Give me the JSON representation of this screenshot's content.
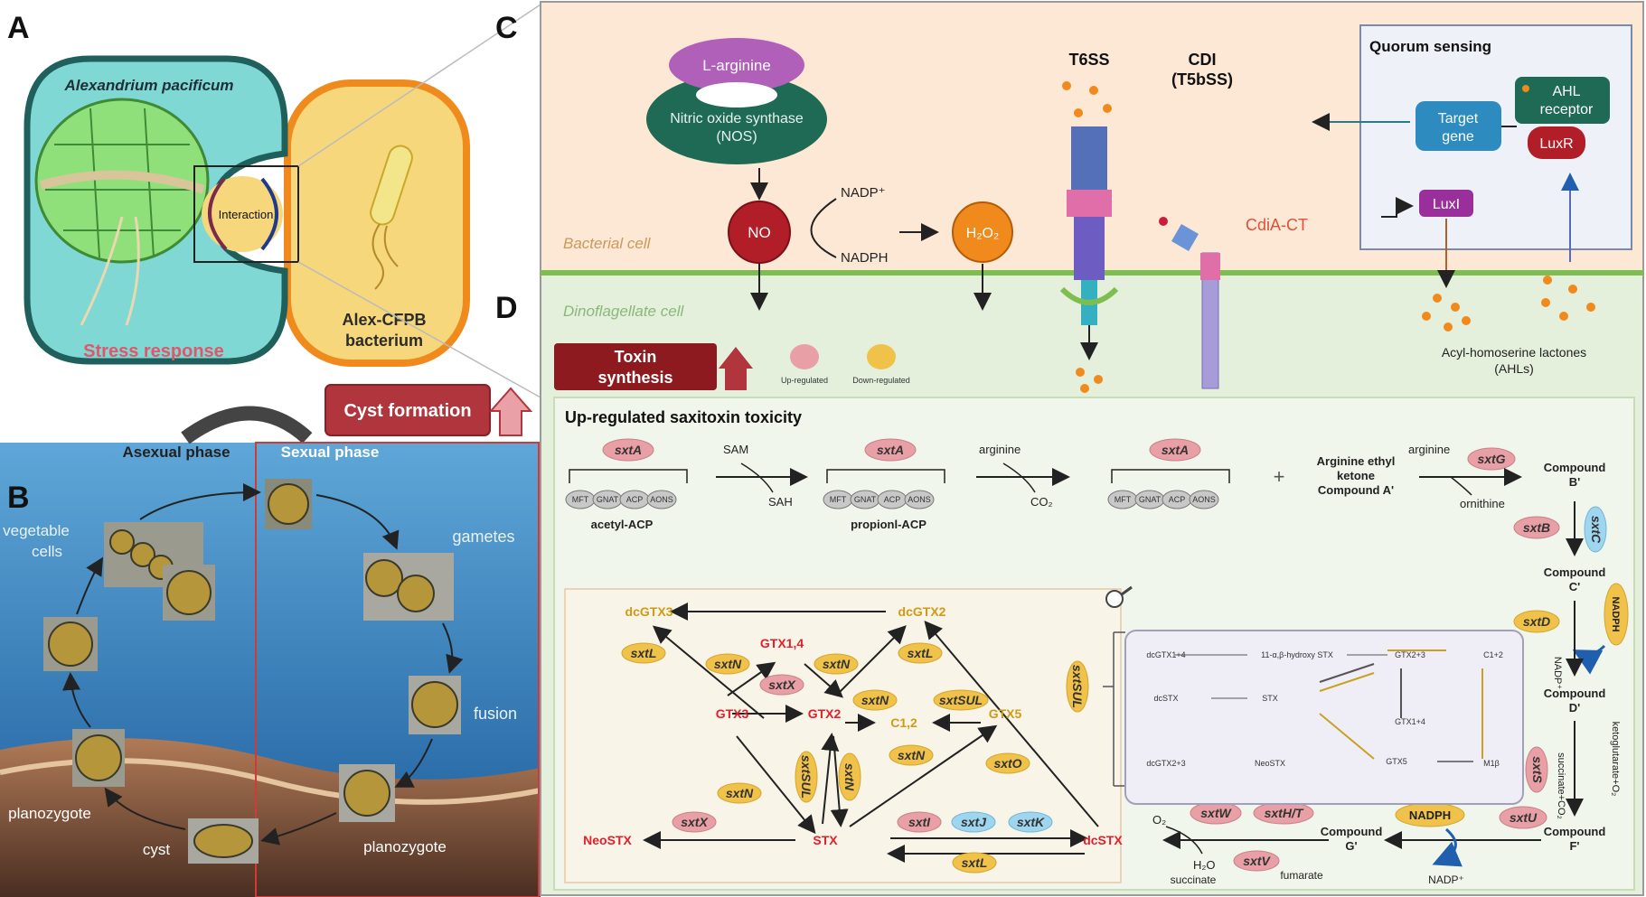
{
  "panels": {
    "a": "A",
    "b": "B",
    "c": "C",
    "d": "D"
  },
  "panel_a": {
    "algae_name": "Alexandrium pacificum",
    "interaction": "Interaction",
    "stress": "Stress response",
    "bacterium_line1": "Alex-CFPB",
    "bacterium_line2": "bacterium",
    "cyst_formation": "Cyst formation"
  },
  "panel_b": {
    "asexual": "Asexual phase",
    "sexual": "Sexual phase",
    "vegetable1": "vegetable",
    "vegetable2": "cells",
    "gametes": "gametes",
    "fusion": "fusion",
    "planozygote_left": "planozygote",
    "planozygote_right": "planozygote",
    "cyst": "cyst"
  },
  "panel_c": {
    "larginine": "L-arginine",
    "nos1": "Nitric oxide synthase",
    "nos2": "(NOS)",
    "no": "NO",
    "nadp_plus": "NADP⁺",
    "nadph": "NADPH",
    "h2o2": "H₂O₂",
    "t6ss": "T6SS",
    "cdi1": "CDI",
    "cdi2": "(T5bSS)",
    "cdia": "CdiA-CT",
    "bacterial_cell": "Bacterial cell",
    "dino_cell": "Dinoflagellate cell",
    "quorum": "Quorum sensing",
    "target1": "Target",
    "target2": "gene",
    "ahl1": "AHL",
    "ahl2": "receptor",
    "luxr": "LuxR",
    "luxi": "LuxI",
    "ahls1": "Acyl-homoserine lactones",
    "ahls2": "(AHLs)"
  },
  "panel_d": {
    "toxin1": "Toxin",
    "toxin2": "synthesis",
    "legend_up": "Up-regulated",
    "legend_down": "Down-regulated",
    "title": "Up-regulated saxitoxin toxicity",
    "sxtA": "sxtA",
    "sam": "SAM",
    "sah": "SAH",
    "arginine": "arginine",
    "co2": "CO₂",
    "acetyl": "acetyl-ACP",
    "propionl": "propionl-ACP",
    "domains": [
      "MFT",
      "GNAT",
      "ACP",
      "AONS"
    ],
    "plus": "+",
    "arg_ethyl1": "Arginine ethyl",
    "arg_ethyl2": "ketone",
    "arg_ethyl3": "Compound A'",
    "arginine2": "arginine",
    "sxtG": "sxtG",
    "ornithine": "ornithine",
    "compB1": "Compound",
    "compB2": "B'",
    "sxtB": "sxtB",
    "sxtC": "sxtC",
    "compC1": "Compound",
    "compC2": "C'",
    "sxtD": "sxtD",
    "nadph_v": "NADPH",
    "nadp_v": "NADP⁺",
    "compD1": "Compound",
    "compD2": "D'",
    "sxtS": "sxtS",
    "keto": "ketoglutarate+O₂",
    "succ_co2": "succinate+CO₂",
    "compF1": "Compound",
    "compF2": "F'",
    "sxtU": "sxtU",
    "nadph2": "NADPH",
    "nadp2": "NADP⁺",
    "sxtW": "sxtW",
    "sxtHT": "sxtH/T",
    "sxtV": "sxtV",
    "o2": "O₂",
    "h2o": "H₂O",
    "succinate": "succinate",
    "fumarate": "fumarate",
    "compG1": "Compound",
    "compG2": "G'",
    "dcGTX3": "dcGTX3",
    "dcGTX2": "dcGTX2",
    "GTX14": "GTX1,4",
    "GTX3": "GTX3",
    "GTX2": "GTX2",
    "C12": "C1,2",
    "GTX5": "GTX5",
    "NeoSTX": "NeoSTX",
    "STX": "STX",
    "dcSTX": "dcSTX",
    "sxtL": "sxtL",
    "sxtN": "sxtN",
    "sxtX": "sxtX",
    "sxtSUL": "sxtSUL",
    "sxtO": "sxtO",
    "sxtI": "sxtI",
    "sxtJ": "sxtJ",
    "sxtK": "sxtK",
    "inset": {
      "dcGTX14": "dcGTX1+4",
      "hydroxy": "11-α,β-hydroxy STX",
      "gtx23": "GTX2+3",
      "c12": "C1+2",
      "dcstx": "dcSTX",
      "stx": "STX",
      "gtx14": "GTX1+4",
      "dcgtx23": "dcGTX2+3",
      "neostx": "NeoSTX",
      "gtx5": "GTX5",
      "m1": "M1β"
    }
  }
}
